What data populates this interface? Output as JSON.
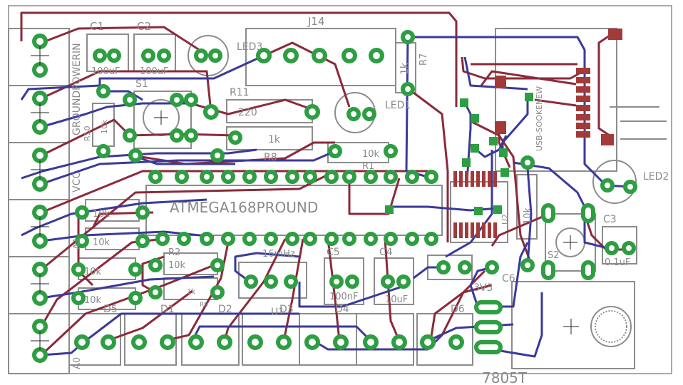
{
  "board": {
    "chip_label": "ATMEGA168PROUND",
    "regulator_label": "7805T",
    "colors": {
      "silk": "#8c8c8c",
      "top_trace": "#8b2a3a",
      "bottom_trace": "#3a3a9a",
      "pad_ring": "#2e9e42",
      "via_ring": "#2e9e42",
      "smd_pad": "#a33a3a",
      "background": "#ffffff"
    }
  },
  "labels": {
    "c1": "C1",
    "c2": "C2",
    "j14": "J14",
    "led3": "LED3",
    "r7": "R7",
    "r7_val": "1k",
    "usb": "USB-SOOKENEW",
    "c1_val": "100uF",
    "c2_val": "100uF",
    "ground_power": "GROUNDPOWERIN",
    "s1": "S1",
    "r10": "R10",
    "r10_val": "10k",
    "r11": "R11",
    "r11_val": "220",
    "led1": "LED1",
    "r8": "R8",
    "r8_val": "1k",
    "r1": "R1",
    "r1_val": "10k",
    "vcc": "VCC",
    "led2": "LED2",
    "r4_val": "10k",
    "r2": "R2",
    "r2_val": "10k",
    "c3": "C3",
    "c3_val": "0.1uF",
    "r3_val": "10k",
    "r5_val": "10k",
    "r6_val": "10k",
    "d5": "D5",
    "d1": "D1",
    "d2": "D2",
    "u1": "U1",
    "d4": "D4",
    "d3": "D3",
    "d6": "D6",
    "xtal": "16mHz",
    "c5": "C5",
    "c5_val": "100nF",
    "c4": "C4",
    "c4_val": "10uF",
    "d6_val": "3V3",
    "c6": "C6",
    "r9_val": "1k",
    "r9": "R9",
    "u2": "U2",
    "s2": "S2",
    "a0": "A0",
    "a1": "A1"
  }
}
